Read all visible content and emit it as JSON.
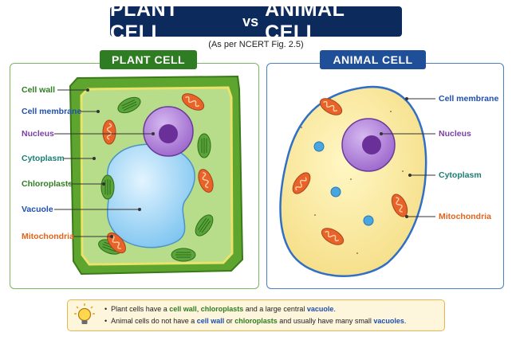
{
  "title": {
    "left": "PLANT CELL",
    "vs": "vs",
    "right": "ANIMAL CELL"
  },
  "subtitle": "(As per NCERT Fig. 2.5)",
  "plant": {
    "heading": "PLANT CELL",
    "labels": {
      "cell_wall": "Cell wall",
      "cell_membrane": "Cell membrane",
      "nucleus": "Nucleus",
      "cytoplasm": "Cytoplasm",
      "chloroplasts": "Chloroplasts",
      "vacuole": "Vacuole",
      "mitochondria": "Mitochondria"
    }
  },
  "animal": {
    "heading": "ANIMAL CELL",
    "labels": {
      "cell_membrane": "Cell membrane",
      "nucleus": "Nucleus",
      "cytoplasm": "Cytoplasm",
      "mitochondria": "Mitochondria"
    }
  },
  "note": {
    "line1": {
      "bullet": "•",
      "p1": "Plant cells have a ",
      "k1": "cell wall",
      "p2": ", ",
      "k2": "chloroplasts",
      "p3": " and a large central ",
      "k3": "vacuole",
      "p4": "."
    },
    "line2": {
      "bullet": "•",
      "p1": "Animal cells do not have a ",
      "k1": "cell wall",
      "p2": " or ",
      "k2": "chloroplasts",
      "p3": " and usually have many small ",
      "k3": "vacuoles",
      "p4": "."
    }
  },
  "colors": {
    "navy": "#0d2a5c",
    "plant_green": "#2f7d22",
    "animal_blue": "#1f4f99",
    "nucleus_purple": "#7b3fa6",
    "cytoplasm_teal": "#1a7f73",
    "mito_orange": "#e0641b"
  }
}
